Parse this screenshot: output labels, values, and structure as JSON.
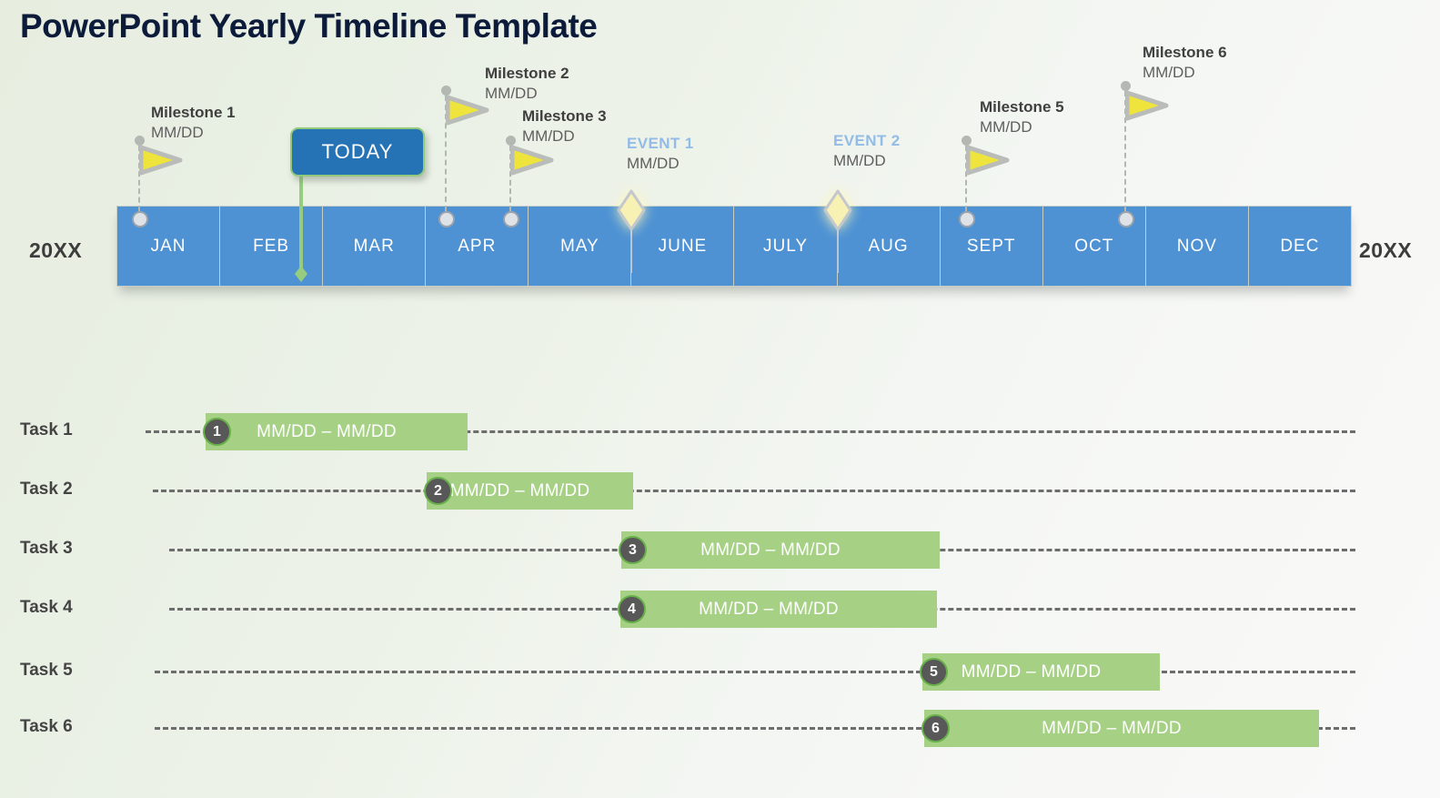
{
  "page": {
    "title": "PowerPoint Yearly Timeline Template",
    "background_start": "#e7eee0",
    "background_end": "#f8f9f8",
    "title_color": "#0d1b3a"
  },
  "timeline": {
    "year_left": "20XX",
    "year_right": "20XX",
    "month_color": "#4e92d4",
    "months": [
      "JAN",
      "FEB",
      "MAR",
      "APR",
      "MAY",
      "JUNE",
      "JULY",
      "AUG",
      "SEPT",
      "OCT",
      "NOV",
      "DEC"
    ]
  },
  "today": {
    "label": "TODAY",
    "box_color": "#2573b5",
    "border_color": "#93c97a",
    "stem_color": "#96cc7d"
  },
  "milestones": [
    {
      "title": "Milestone 1",
      "date": "MM/DD",
      "flag_color": "#eee43c"
    },
    {
      "title": "Milestone 2",
      "date": "MM/DD",
      "flag_color": "#eee43c"
    },
    {
      "title": "Milestone 3",
      "date": "MM/DD",
      "flag_color": "#eee43c"
    },
    {
      "title": "Milestone 5",
      "date": "MM/DD",
      "flag_color": "#eee43c"
    },
    {
      "title": "Milestone 6",
      "date": "MM/DD",
      "flag_color": "#eee43c"
    }
  ],
  "events": [
    {
      "title": "EVENT 1",
      "date": "MM/DD",
      "color": "#92bbe8",
      "diamond_color": "#f7f2b4"
    },
    {
      "title": "EVENT 2",
      "date": "MM/DD",
      "color": "#92bbe8",
      "diamond_color": "#f7f2b4"
    }
  ],
  "tasks": [
    {
      "label": "Task 1",
      "number": "1",
      "range": "MM/DD – MM/DD"
    },
    {
      "label": "Task 2",
      "number": "2",
      "range": "MM/DD – MM/DD"
    },
    {
      "label": "Task 3",
      "number": "3",
      "range": "MM/DD – MM/DD"
    },
    {
      "label": "Task 4",
      "number": "4",
      "range": "MM/DD – MM/DD"
    },
    {
      "label": "Task 5",
      "number": "5",
      "range": "MM/DD – MM/DD"
    },
    {
      "label": "Task 6",
      "number": "6",
      "range": "MM/DD – MM/DD"
    }
  ],
  "task_bar_color": "#a6d185",
  "task_badge_color": "#585858"
}
